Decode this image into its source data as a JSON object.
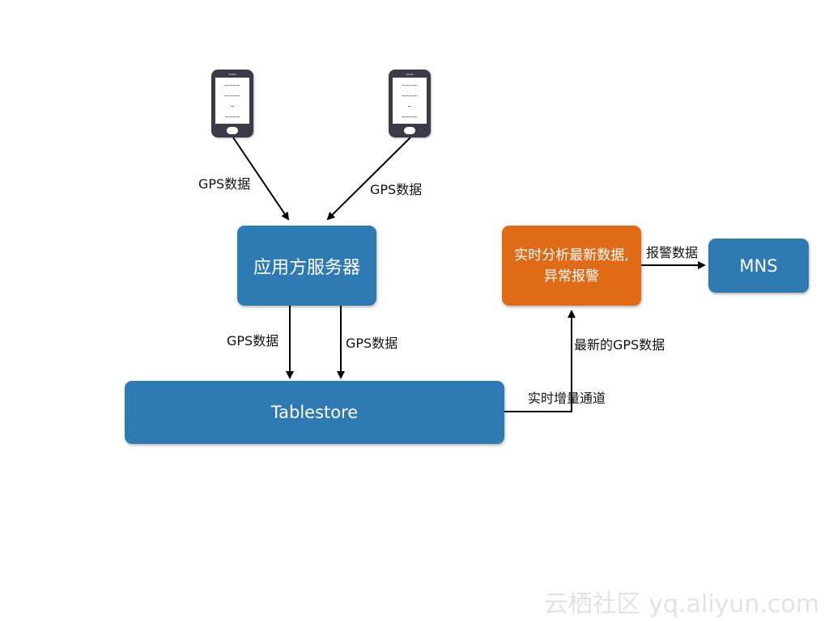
{
  "colors": {
    "blue_box": "#2e7bb4",
    "orange_box": "#e06b17",
    "arrow": "#000000"
  },
  "phones": {
    "left_screen_lines": [
      "~~~~",
      "~~~~",
      "~",
      "~~~~"
    ],
    "right_screen_lines": [
      "~~~~",
      "~~~~",
      "~",
      "~~~~"
    ]
  },
  "nodes": {
    "app_server": "应用方服务器",
    "tablestore": "Tablestore",
    "analysis_line1": "实时分析最新数据,",
    "analysis_line2": "异常报警",
    "mns": "MNS"
  },
  "edges": {
    "phone_left_to_server": "GPS数据",
    "phone_right_to_server": "GPS数据",
    "server_to_tablestore_left": "GPS数据",
    "server_to_tablestore_right": "GPS数据",
    "tablestore_stream": "实时增量通道",
    "latest_gps": "最新的GPS数据",
    "alarm_data": "报警数据"
  },
  "watermark": "云栖社区 yq.aliyun.com"
}
